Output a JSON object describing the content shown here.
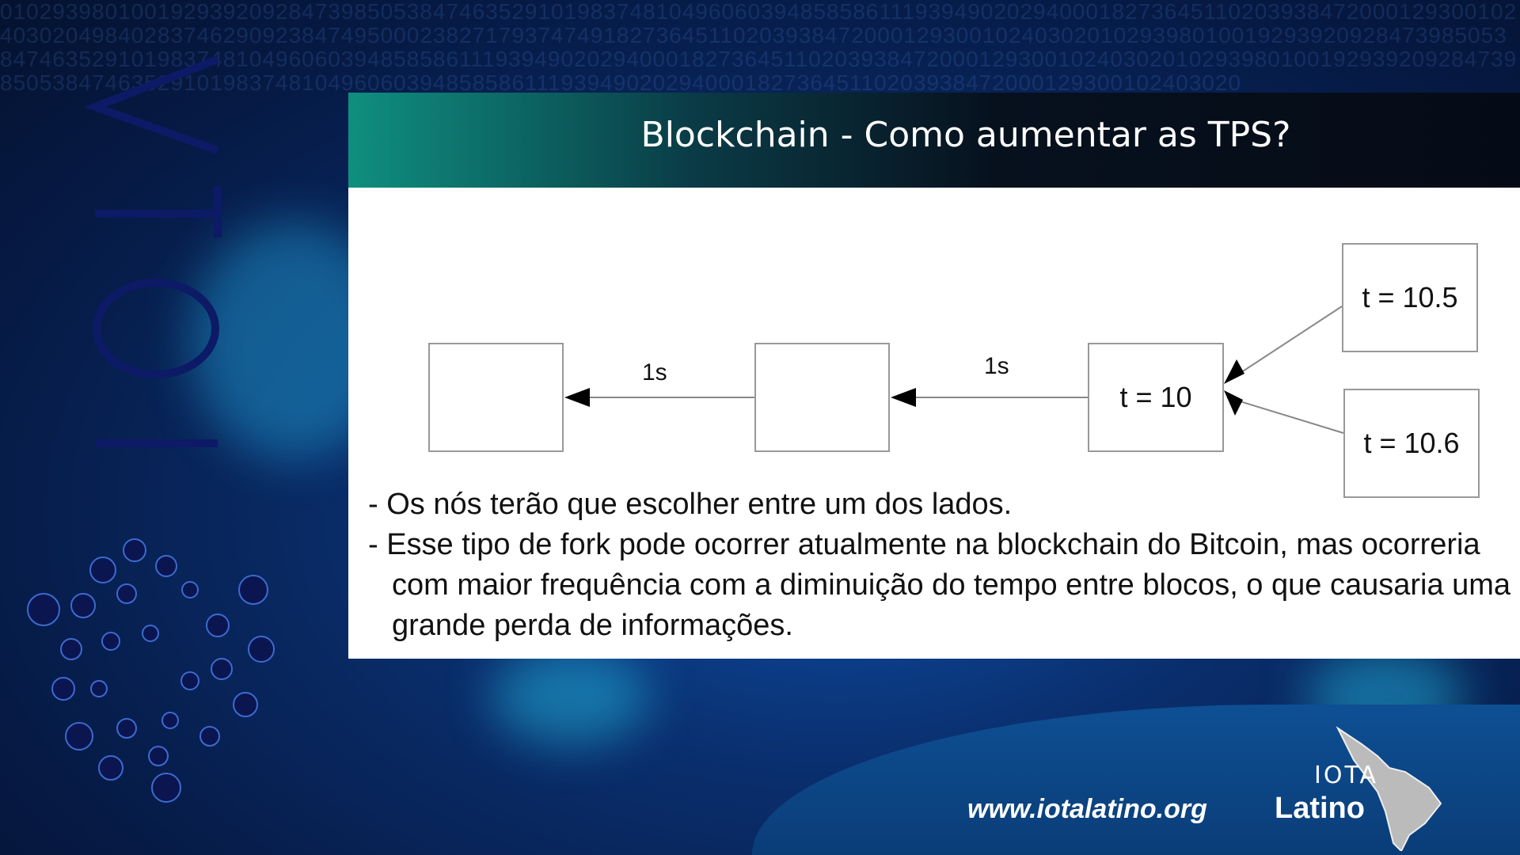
{
  "background": {
    "binary_text": "0102939801001929392092847398505384746352910198374810496060394858586111939490202940001827364511020393847200012930010240302049840283746290923847495000238271793747491827364511020393847200012930010240302010293980100192939209284739850538474635291019837481049606039485858611193949020294000182736451102039384720001293001024030201029398010019293920928473985053847463529101983748104960603948585861119394902029400018273645110203938472000129300102403020"
  },
  "logo": {
    "vertical_wordmark": "IOTA",
    "small_wordmark": "IOTA",
    "latino_wordmark": "Latino"
  },
  "slide": {
    "title": "Blockchain - Como aumentar as TPS?",
    "diagram": {
      "blocks": [
        {
          "label": ""
        },
        {
          "label": ""
        },
        {
          "label": "t = 10"
        },
        {
          "label": "t = 10.5"
        },
        {
          "label": "t = 10.6"
        }
      ],
      "edge_labels": [
        "1s",
        "1s"
      ]
    },
    "bullets": [
      "- Os nós terão que escolher entre um dos lados.",
      "- Esse tipo de fork pode ocorrer atualmente na blockchain do Bitcoin, mas ocorreria com maior frequência com a diminuição do tempo entre blocos, o que causaria uma grande perda de informações."
    ]
  },
  "footer": {
    "url": "www.iotalatino.org"
  },
  "colors": {
    "accent": "#1ec9d8",
    "header_teal": "#0f8f7f",
    "background": "#061a45"
  }
}
